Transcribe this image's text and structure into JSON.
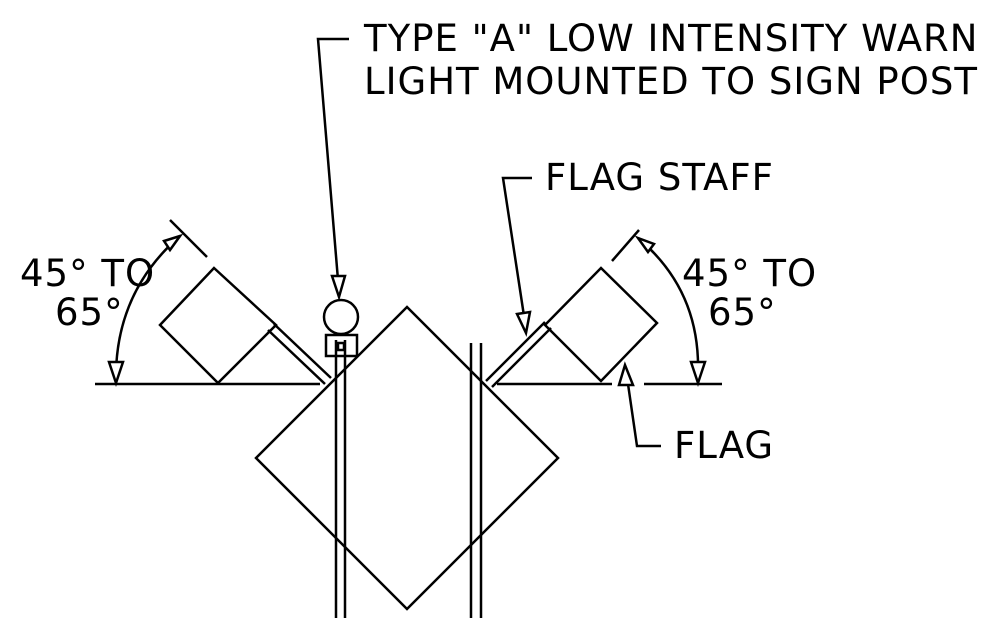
{
  "labels": {
    "light_line1": "TYPE \"A\" LOW INTENSITY WARNING",
    "light_line2": "LIGHT MOUNTED TO SIGN POST",
    "flag_staff": "FLAG STAFF",
    "flag": "FLAG",
    "angle_left_line1": "45° TO",
    "angle_left_line2": "65°",
    "angle_right_line1": "45° TO",
    "angle_right_line2": "65°"
  },
  "colors": {
    "line": "#000000",
    "background": "#ffffff"
  }
}
